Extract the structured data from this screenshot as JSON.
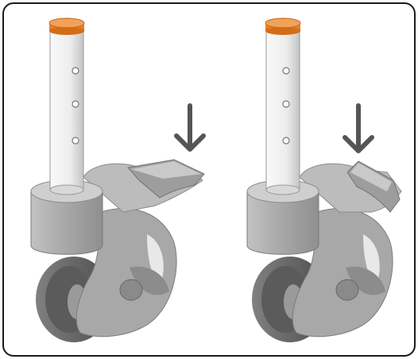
{
  "figure": {
    "panels": [
      {
        "id": "unlocked",
        "pedal": "up",
        "arrow": "down"
      },
      {
        "id": "locked",
        "pedal": "pressed",
        "arrow": "down"
      }
    ]
  },
  "colors": {
    "frame_border": "#1a1a1a",
    "cap": "#e8822a",
    "tube_light": "#f7f7f7",
    "tube_shadow": "#c9c9c9",
    "housing": "#a9a9a9",
    "housing_dark": "#8b8b8b",
    "wheel": "#6e6e6e",
    "wheel_dark": "#4f4f4f",
    "arrow": "#555555"
  },
  "icons": [
    "arrow-down-icon",
    "arrow-down-icon"
  ]
}
